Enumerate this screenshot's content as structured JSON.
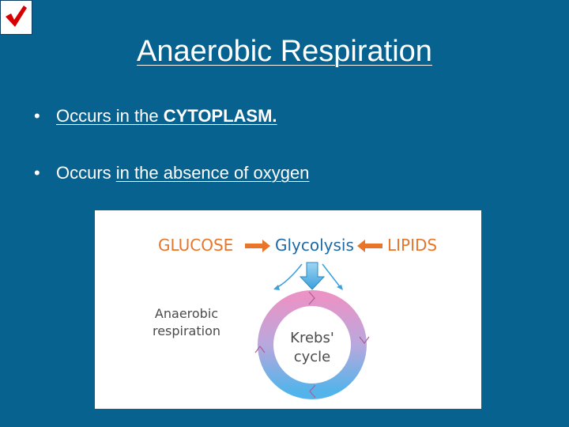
{
  "slide": {
    "title": "Anaerobic Respiration",
    "bullets": [
      {
        "pre": "Occurs in the ",
        "emph": "CYTOPLASM."
      },
      {
        "pre": "Occurs ",
        "emph": "in the absence of oxygen"
      }
    ],
    "bullet_symbol": "•",
    "checkbox_icon": "check-mark-icon"
  },
  "diagram": {
    "glucose": "GLUCOSE",
    "glycolysis": "Glycolysis",
    "lipids": "LIPIDS",
    "anaerobic_line1": "Anaerobic",
    "anaerobic_line2": "respiration",
    "krebs_line1": "Krebs'",
    "krebs_line2": "cycle"
  },
  "colors": {
    "background": "#08628f",
    "check": "#d60000",
    "orange": "#e8752a",
    "blue_text": "#1f6aa5",
    "gray_text": "#4a4a4a",
    "pink": "#e993c6",
    "blue_ring": "#52b4ea"
  }
}
